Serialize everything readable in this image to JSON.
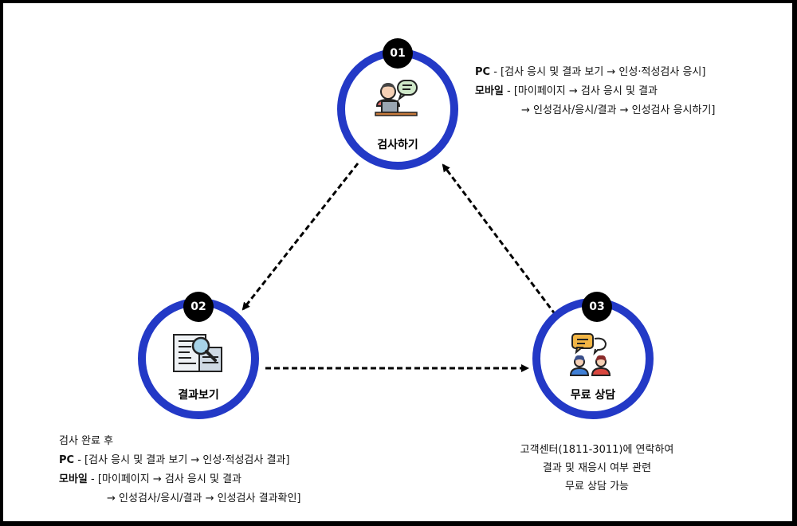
{
  "steps": [
    {
      "number": "01",
      "title": "검사하기",
      "icon": "person-laptop-chat-icon"
    },
    {
      "number": "02",
      "title": "결과보기",
      "icon": "document-magnifier-icon"
    },
    {
      "number": "03",
      "title": "무료 상담",
      "icon": "two-people-chat-icon"
    }
  ],
  "step1_info": {
    "pc_label": "PC",
    "pc_text": " - [검사 응시 및 결과 보기 → 인성·적성검사 응시]",
    "mobile_label": "모바일",
    "mobile_text": " - [마이페이지 → 검사 응시 및 결과",
    "mobile_text2": "→ 인성검사/응시/결과 → 인성검사 응시하기]"
  },
  "step2_info": {
    "intro": "검사 완료 후",
    "pc_label": "PC",
    "pc_text": " - [검사 응시 및 결과 보기 → 인성·적성검사 결과]",
    "mobile_label": "모바일",
    "mobile_text": " - [마이페이지 → 검사 응시 및 결과",
    "mobile_text2": "→ 인성검사/응시/결과 → 인성검사 결과확인]"
  },
  "step3_info": {
    "line1": "고객센터(1811-3011)에 연락하여",
    "line2": "결과 및 재응시 여부 관련",
    "line3": "무료 상담 가능"
  },
  "colors": {
    "ring": "#2339c6",
    "badge": "#000000",
    "arrow": "#000000"
  }
}
